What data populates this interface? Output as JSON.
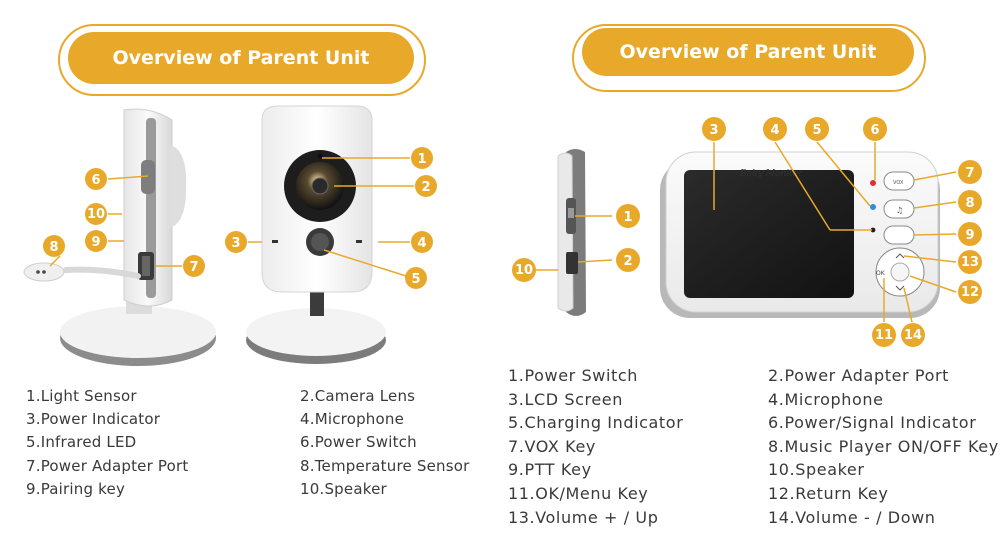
{
  "header_left": {
    "title": "Overview of Parent Unit"
  },
  "header_right": {
    "title": "Overview of Parent Unit"
  },
  "device_text": {
    "brand": "Baby Monitor",
    "vox": "VOX",
    "ok": "OK"
  },
  "callouts_left": [
    "1",
    "2",
    "3",
    "4",
    "5",
    "6",
    "7",
    "8",
    "9",
    "10"
  ],
  "callouts_right": [
    "1",
    "2",
    "3",
    "4",
    "5",
    "6",
    "7",
    "8",
    "9",
    "10",
    "11",
    "12",
    "13",
    "14"
  ],
  "legend_left_col1": [
    "1.Light Sensor",
    "3.Power Indicator",
    "5.Infrared LED",
    "7.Power Adapter Port",
    "9.Pairing key"
  ],
  "legend_left_col2": [
    "2.Camera Lens",
    "4.Microphone",
    "6.Power Switch",
    "8.Temperature Sensor",
    "10.Speaker"
  ],
  "legend_right_col1": [
    "1.Power Switch",
    "3.LCD Screen",
    "5.Charging Indicator",
    "7.VOX Key",
    "9.PTT Key",
    "11.OK/Menu Key",
    "13.Volume + / Up"
  ],
  "legend_right_col2": [
    "2.Power Adapter Port",
    "4.Microphone",
    "6.Power/Signal Indicator",
    "8.Music Player ON/OFF Key",
    "10.Speaker",
    "12.Return Key",
    "14.Volume - / Down"
  ],
  "colors": {
    "accent": "#e8a92b",
    "device_white": "#f4f4f4",
    "device_grey": "#8a8a8a",
    "screen": "#202020"
  }
}
